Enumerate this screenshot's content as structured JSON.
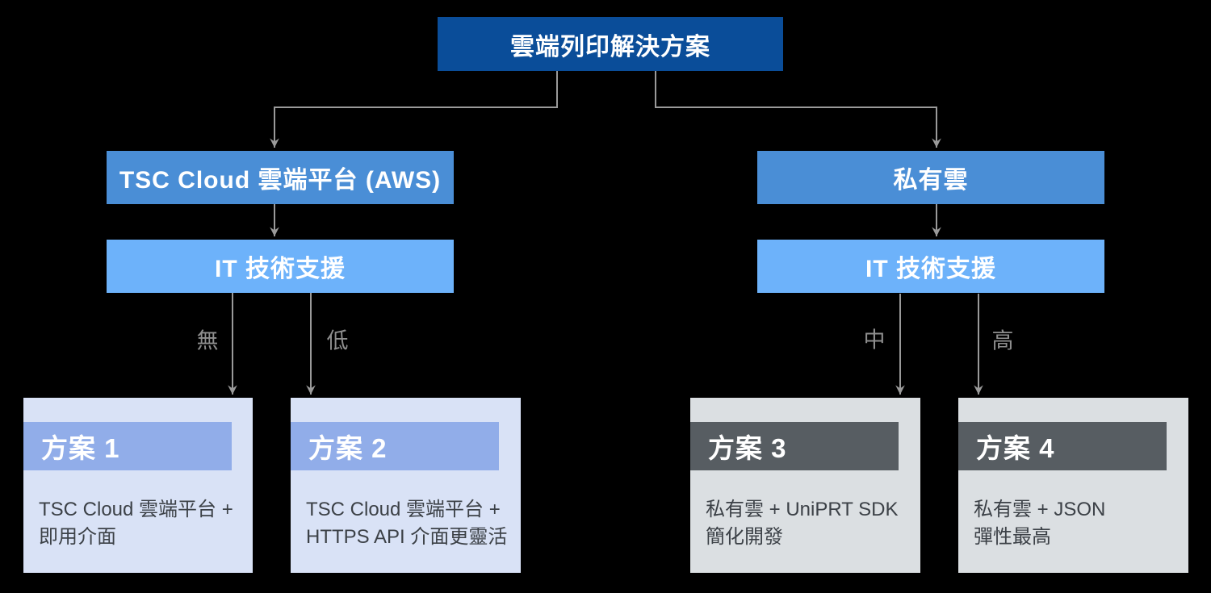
{
  "colors": {
    "background": "#000000",
    "root_box": "#0A4D99",
    "branch_box": "#4A8ED6",
    "support_box": "#6DB2FA",
    "cloud_card_bg": "#D9E2F6",
    "cloud_card_band": "#91ADE9",
    "private_card_bg": "#DBDFE2",
    "private_card_band": "#575D62",
    "card_text": "#3C4147",
    "connector": "#9A9A9A",
    "edge_label": "#8E8E8E",
    "box_text": "#FFFFFF"
  },
  "root": {
    "label": "雲端列印解決方案"
  },
  "branches": {
    "left": {
      "platform": "TSC Cloud 雲端平台 (AWS)",
      "support": "IT 技術支援"
    },
    "right": {
      "platform": "私有雲",
      "support": "IT 技術支援"
    }
  },
  "edge_labels": {
    "none": "無",
    "low": "低",
    "medium": "中",
    "high": "高"
  },
  "cards": [
    {
      "title": "方案 1",
      "line1": "TSC Cloud 雲端平台 +",
      "line2": "即用介面"
    },
    {
      "title": "方案 2",
      "line1": "TSC Cloud 雲端平台 +",
      "line2": "HTTPS API 介面更靈活"
    },
    {
      "title": "方案 3",
      "line1": "私有雲 + UniPRT SDK",
      "line2": "簡化開發"
    },
    {
      "title": "方案 4",
      "line1": "私有雲 + JSON",
      "line2": "彈性最高"
    }
  ]
}
